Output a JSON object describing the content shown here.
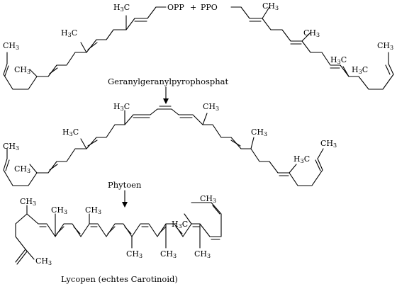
{
  "methyl": {
    "h3c": "H",
    "c": "C",
    "sub": "3",
    "ch": "CH"
  },
  "reagent_left": {
    "text": "OPP"
  },
  "plus": {
    "text": "+"
  },
  "reagent_right": {
    "text": "PPO"
  },
  "step1": {
    "label": "Geranylgeranylpyrophosphat"
  },
  "step2": {
    "label": "Phytoen"
  },
  "product": {
    "label": "Lycopen (echtes Carotinoid)"
  }
}
